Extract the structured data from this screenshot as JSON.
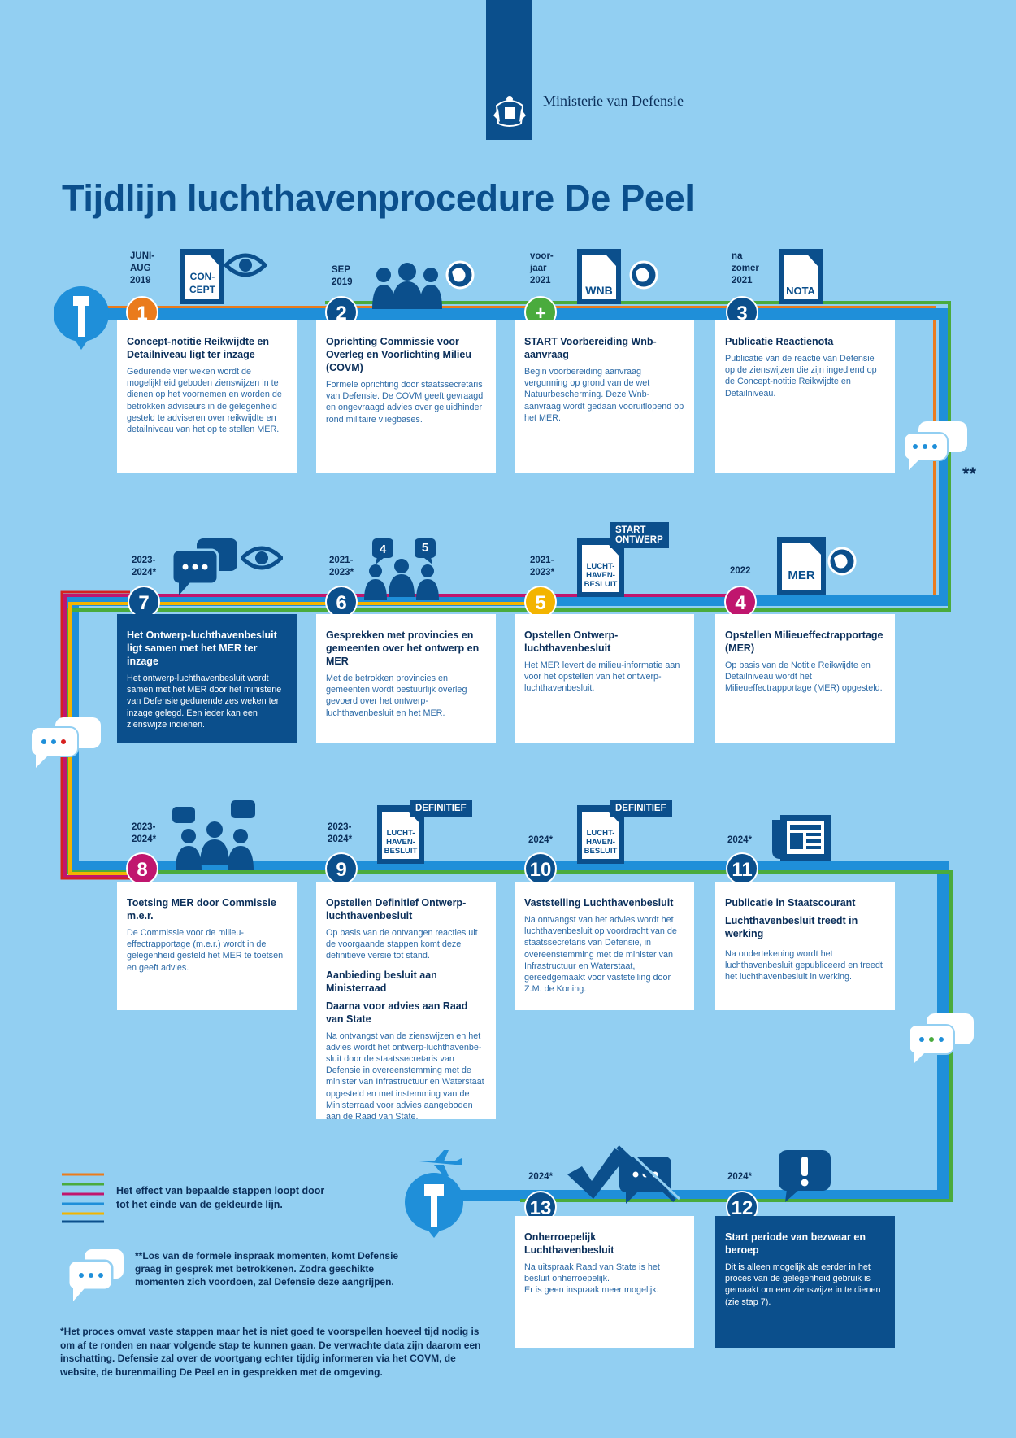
{
  "header": {
    "ministry": "Ministerie van Defensie",
    "title": "Tijdlijn luchthavenprocedure De Peel"
  },
  "colors": {
    "background": "#92cff2",
    "navy": "#0b4f8c",
    "orange": "#ea7b1c",
    "green": "#4aab3d",
    "blue": "#1f8fd9",
    "yellow": "#f3b400",
    "magenta": "#c0166e",
    "red": "#d7201f"
  },
  "steps": [
    {
      "id": "1",
      "date": "JUNI-\nAUG\n2019",
      "title": "Concept-notitie Reikwijdte en Detailniveau ligt ter inzage",
      "text": "Gedurende vier weken wordt de mogelijkheid geboden zienswijzen in te dienen op het voornemen en worden de betrokken adviseurs in de gelegenheid gesteld te adviseren over reikwijdte en detailniveau van het op te stellen MER.",
      "color": "#ea7b1c",
      "doc": "CON-\nCEPT"
    },
    {
      "id": "2",
      "date": "SEP\n2019",
      "title": "Oprichting Commissie voor Overleg en Voorlichting Milieu (COVM)",
      "text": "Formele oprichting door staatssecretaris van Defensie. De COVM geeft gevraagd en ongevraagd advies over geluidhinder rond militaire vliegbases.",
      "color": "#0b4f8c"
    },
    {
      "id": "+",
      "date": "voor-\njaar\n2021",
      "title": "START Voorbereiding Wnb-aanvraag",
      "text": "Begin voorbereiding aanvraag vergunning op grond van de wet Natuurbescherming. Deze Wnb-aanvraag wordt gedaan vooruitlopend op het MER.",
      "color": "#4aab3d",
      "doc": "WNB"
    },
    {
      "id": "3",
      "date": "na\nzomer\n2021",
      "title": "Publicatie Reactienota",
      "text": "Publicatie van de reactie van Defensie op de zienswijzen die zijn ingediend op de Concept-notitie Reikwijdte en Detailniveau.",
      "color": "#0b4f8c",
      "doc": "NOTA"
    },
    {
      "id": "4",
      "date": "2022",
      "title": "Opstellen Milieueffectrapportage (MER)",
      "text": "Op basis van de Notitie Reikwijdte en Detailniveau wordt het Milieueffectrapportage (MER) opgesteld.",
      "color": "#c0166e",
      "doc": "MER"
    },
    {
      "id": "5",
      "date": "2021-\n2023*",
      "title": "Opstellen Ontwerp-luchthavenbesluit",
      "text": "Het MER levert de milieu-informatie aan voor het opstellen van het ontwerp-luchthavenbesluit.",
      "color": "#f3b400",
      "doc": "LUCHT-\nHAVEN-\nBESLUIT",
      "tag": "START\nONTWERP"
    },
    {
      "id": "6",
      "date": "2021-\n2023*",
      "title": "Gesprekken met provincies en gemeenten over het ontwerp en MER",
      "text": "Met de betrokken provincies en gemeenten wordt bestuurlijk overleg gevoerd over het ontwerp-luchthavenbesluit en het MER.",
      "color": "#0b4f8c",
      "bubbles": [
        "4",
        "5"
      ]
    },
    {
      "id": "7",
      "date": "2023-\n2024*",
      "title": "Het Ontwerp-luchthavenbesluit ligt samen met het MER ter inzage",
      "text": "Het ontwerp-luchthavenbesluit wordt samen met het MER door het ministerie van Defensie gedurende zes weken ter inzage gelegd.  Een ieder kan een zienswijze indienen.",
      "color": "#0b4f8c"
    },
    {
      "id": "8",
      "date": "2023-\n2024*",
      "title": "Toetsing MER door Commissie m.e.r.",
      "text": "De Commissie voor de milieu-effectrapportage (m.e.r.) wordt in de gelegenheid gesteld het MER te toetsen en geeft advies.",
      "color": "#c0166e"
    },
    {
      "id": "9",
      "date": "2023-\n2024*",
      "title": "Opstellen Definitief Ontwerp-luchthavenbesluit",
      "text": "Op basis van de ontvangen reacties uit de voorgaande stappen komt deze definitieve versie tot stand.",
      "title2": "Aanbieding besluit aan Ministerraad",
      "title3": "Daarna voor advies aan Raad van State",
      "text3": "Na ontvangst van de zienswijzen en het advies wordt het ontwerp-luchthavenbe-sluit door de staatssecretaris van Defensie in overeenstemming met de minister van Infrastructuur en Waterstaat opgesteld en met instemming van de Ministerraad voor advies aangeboden aan de Raad van State.",
      "color": "#0b4f8c",
      "doc": "LUCHT-\nHAVEN-\nBESLUIT",
      "tag": "DEFINITIEF"
    },
    {
      "id": "10",
      "date": "2024*",
      "title": "Vaststelling Luchthavenbesluit",
      "text": "Na ontvangst van het advies wordt het luchthavenbesluit op voordracht van de staatssecretaris van Defensie, in overeenstemming met de minister van Infrastructuur en Waterstaat, gereedgemaakt voor vaststelling door Z.M. de Koning.",
      "color": "#0b4f8c",
      "doc": "LUCHT-\nHAVEN-\nBESLUIT",
      "tag": "DEFINITIEF"
    },
    {
      "id": "11",
      "date": "2024*",
      "title": "Publicatie in Staatscourant",
      "title2": "Luchthavenbesluit treedt in werking",
      "text": "Na ondertekening wordt het luchthavenbesluit gepubliceerd en treedt het luchthavenbesluit in werking.",
      "color": "#0b4f8c"
    },
    {
      "id": "12",
      "date": "2024*",
      "title": "Start periode van bezwaar en beroep",
      "text": "Dit is alleen mogelijk als eerder in het proces van de gelegenheid gebruik is gemaakt om een zienswijze in te dienen (zie stap 7).",
      "color": "#0b4f8c"
    },
    {
      "id": "13",
      "date": "2024*",
      "title": "Onherroepelijk Luchthavenbesluit",
      "text": "Na uitspraak Raad van State is het besluit onherroepelijk.\nEr is geen inspraak meer mogelijk.",
      "color": "#0b4f8c"
    }
  ],
  "legend": {
    "text": "Het effect van bepaalde stappen loopt door tot het einde van de gekleurde lijn.",
    "line_colors": [
      "#ea7b1c",
      "#4aab3d",
      "#c0166e",
      "#1f8fd9",
      "#f3b400",
      "#0b4f8c"
    ]
  },
  "notes": {
    "stars_marker": "**",
    "informal": "**Los van de formele inspraak momenten, komt Defensie graag in gesprek met betrokkenen. Zodra geschikte momenten zich voordoen, zal Defensie deze aangrijpen.",
    "footnote": "*Het proces omvat vaste stappen maar het is niet goed te voorspellen hoeveel tijd nodig is om af te ronden en naar volgende stap te kunnen gaan. De verwachte data zijn daarom een inschatting. Defensie zal over de voortgang echter tijdig informeren via het COVM, de website, de burenmailing De Peel en in gesprekken met de omgeving."
  }
}
